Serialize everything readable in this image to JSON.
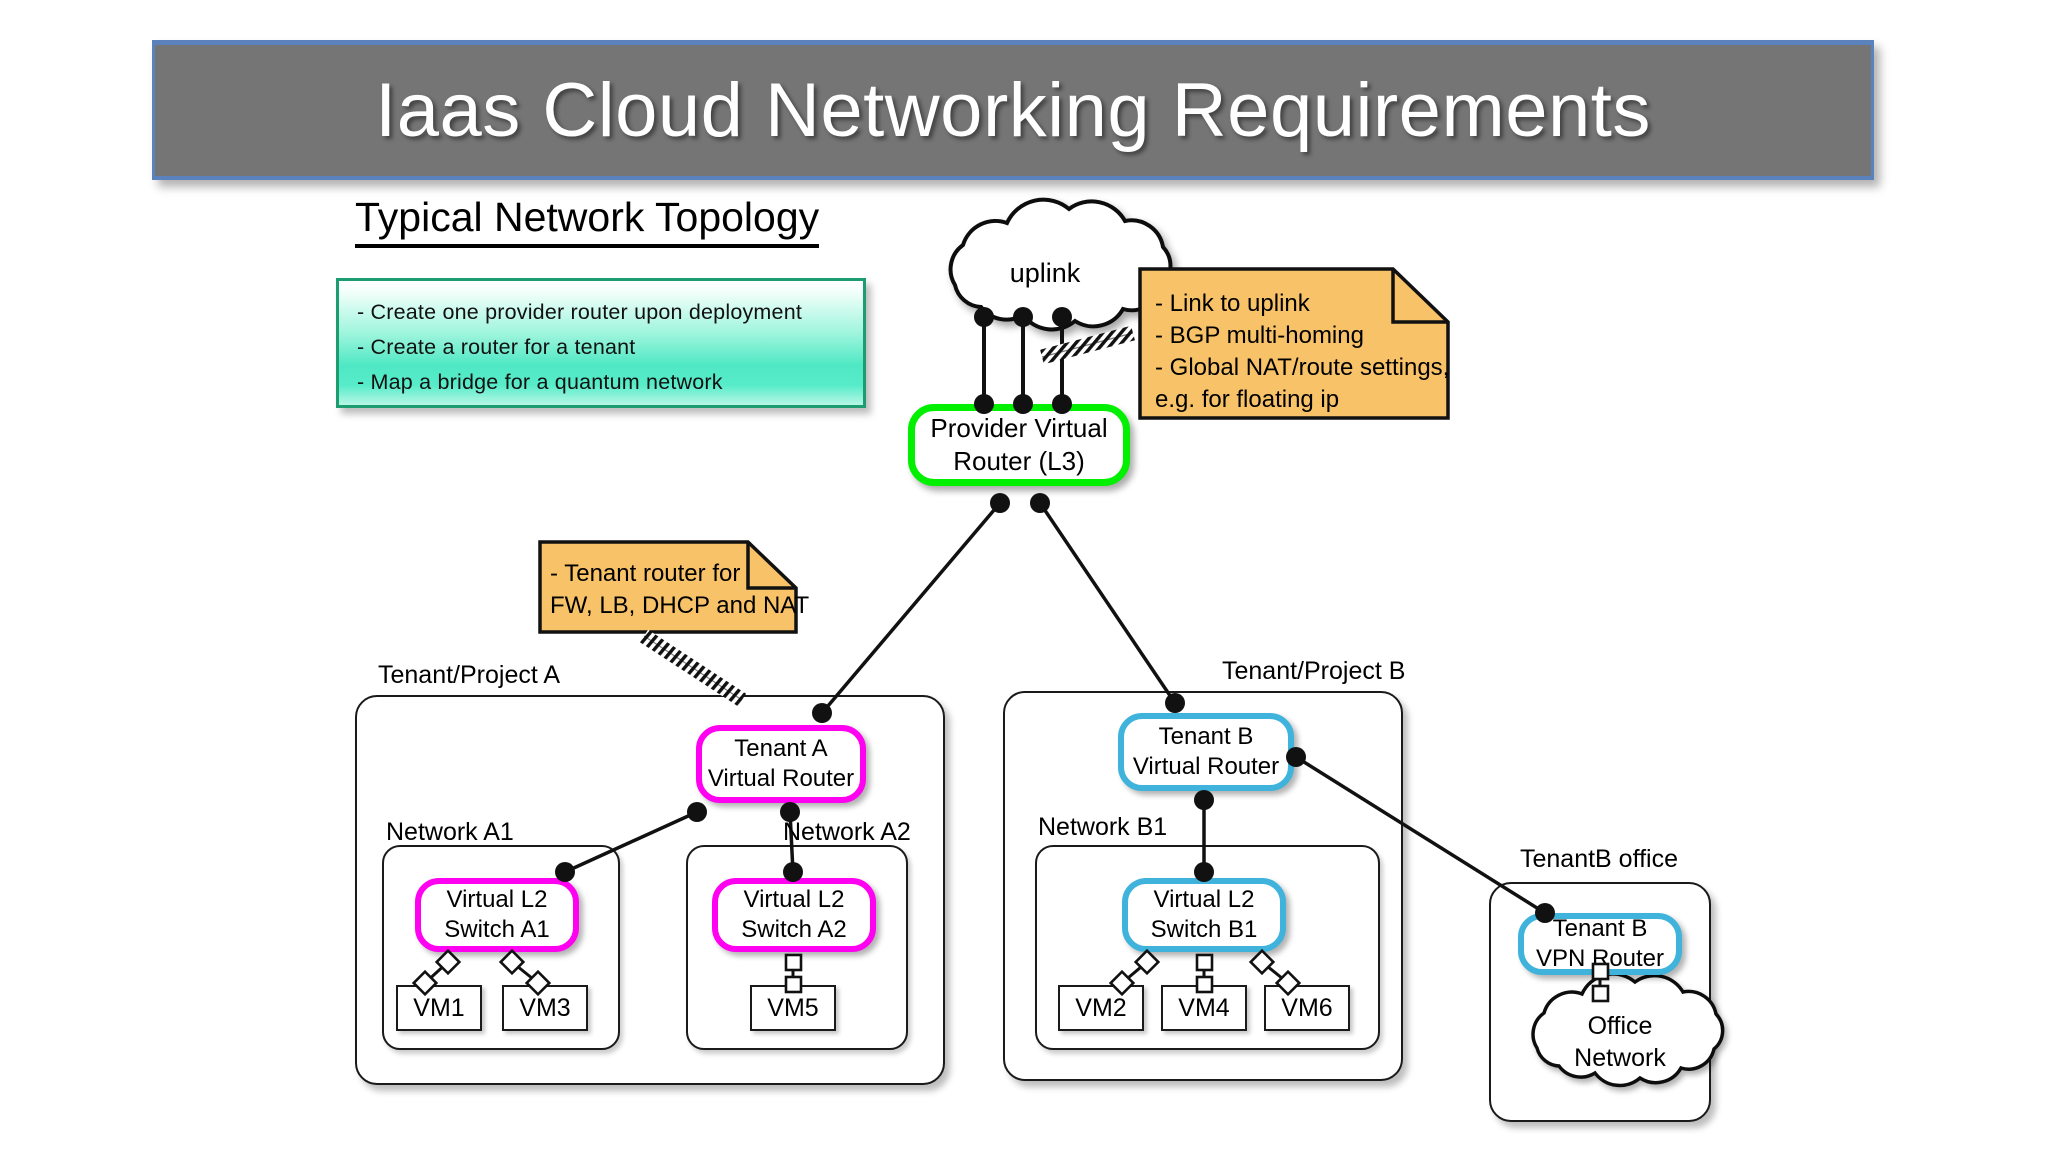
{
  "title": {
    "text": "Iaas Cloud Networking Requirements",
    "banner_color": "#757575",
    "border_color": "#5b82bd",
    "text_color": "#ffffff"
  },
  "section_heading": "Typical Network Topology",
  "green_callout": {
    "border_color": "#1d9c70",
    "lines": [
      "- Create one provider router upon deployment",
      "- Create a router for a tenant",
      "- Map a bridge for a quantum network"
    ]
  },
  "notes": {
    "uplink_note": {
      "fill": "#f8c268",
      "lines": [
        "- Link to uplink",
        "- BGP multi-homing",
        "- Global NAT/route settings,",
        "   e.g. for floating ip"
      ]
    },
    "tenant_router_note": {
      "fill": "#f8c268",
      "lines": [
        "- Tenant router for",
        "FW, LB, DHCP and NAT"
      ]
    }
  },
  "clouds": {
    "uplink": {
      "label": "uplink"
    },
    "office_network": {
      "label_line1": "Office",
      "label_line2": "Network"
    }
  },
  "nodes": {
    "provider_router": {
      "line1": "Provider Virtual",
      "line2": "Router (L3)",
      "color": "#00f000"
    },
    "tenant_a_router": {
      "line1": "Tenant A",
      "line2": "Virtual Router",
      "color": "#ff00f0"
    },
    "tenant_b_router": {
      "line1": "Tenant B",
      "line2": "Virtual Router",
      "color": "#3fb3dc"
    },
    "switch_a1": {
      "line1": "Virtual L2",
      "line2": "Switch A1",
      "color": "#ff00f0"
    },
    "switch_a2": {
      "line1": "Virtual L2",
      "line2": "Switch A2",
      "color": "#ff00f0"
    },
    "switch_b1": {
      "line1": "Virtual L2",
      "line2": "Switch B1",
      "color": "#3fb3dc"
    },
    "vpn_router_b": {
      "line1": "Tenant B",
      "line2": "VPN Router",
      "color": "#3fb3dc"
    }
  },
  "containers": {
    "tenant_a": {
      "label": "Tenant/Project A"
    },
    "tenant_b": {
      "label": "Tenant/Project B"
    },
    "network_a1": {
      "label": "Network A1"
    },
    "network_a2": {
      "label": "Network A2"
    },
    "network_b1": {
      "label": "Network B1"
    },
    "tenant_b_office": {
      "label": "TenantB office"
    }
  },
  "vms": {
    "vm1": "VM1",
    "vm3": "VM3",
    "vm5": "VM5",
    "vm2": "VM2",
    "vm4": "VM4",
    "vm6": "VM6"
  }
}
